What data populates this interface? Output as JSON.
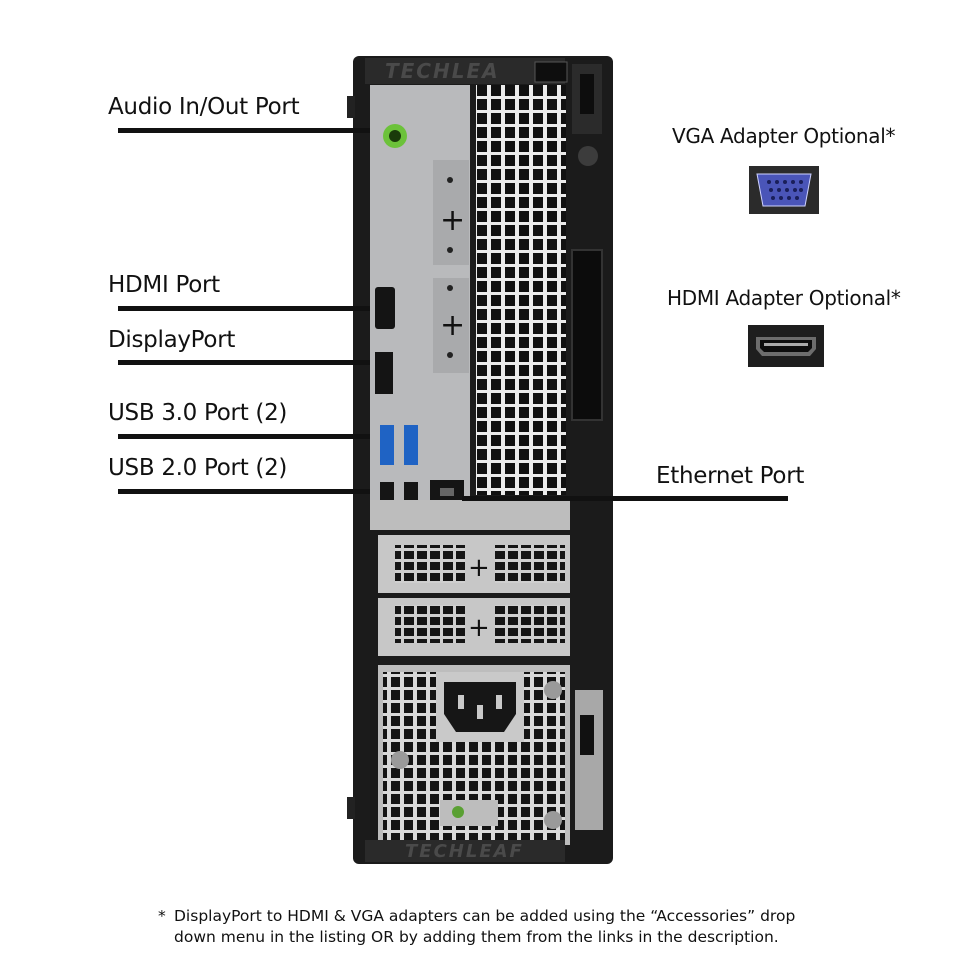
{
  "labels": {
    "audio": "Audio In/Out Port",
    "hdmi": "HDMI Port",
    "displayport": "DisplayPort",
    "usb3": "USB 3.0 Port (2)",
    "usb2": "USB 2.0 Port (2)",
    "ethernet": "Ethernet Port"
  },
  "adapters": {
    "vga": "VGA Adapter Optional*",
    "hdmi": "HDMI Adapter Optional*"
  },
  "watermark": "TECHLEAF",
  "watermark_top": "TECHLEA",
  "footnote": {
    "star": "*",
    "line1": "DisplayPort to HDMI & VGA adapters can be added using the “Accessories” drop",
    "line2": "down menu in the listing OR by adding them from the links in the description."
  },
  "colors": {
    "chassis": "#1b1b1b",
    "io_plate": "#b8b9bb",
    "usb3_blue": "#1f63c4",
    "audio_green": "#6cc23a",
    "vga_blue": "#4a55b8"
  },
  "icons": [
    "audio-jack-icon",
    "hdmi-port-icon",
    "displayport-icon",
    "usb3-port-icon",
    "usb2-port-icon",
    "ethernet-port-icon",
    "vga-connector-icon",
    "hdmi-connector-icon",
    "power-socket-icon"
  ]
}
